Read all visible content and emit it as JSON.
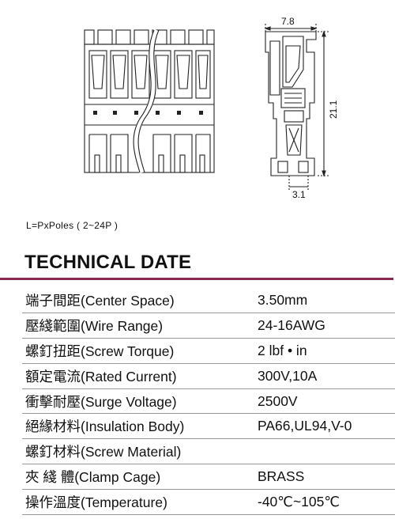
{
  "drawing": {
    "dim_width": "7.8",
    "dim_height": "21.1",
    "dim_small": "3.1"
  },
  "formula": "L=PxPoles ( 2~24P )",
  "heading": "TECHNICAL DATE",
  "specs": [
    {
      "label": "端子間距(Center Space)",
      "value": "3.50mm"
    },
    {
      "label": "壓綫範圍(Wire Range)",
      "value": "24-16AWG"
    },
    {
      "label": "螺釘扭距(Screw Torque)",
      "value": "2 lbf • in"
    },
    {
      "label": "額定電流(Rated Current)",
      "value": "300V,10A"
    },
    {
      "label": "衝擊耐壓(Surge Voltage)",
      "value": "2500V"
    },
    {
      "label": "絕緣材料(Insulation Body)",
      "value": "PA66,UL94,V-0"
    },
    {
      "label": "螺釘材料(Screw Material)",
      "value": ""
    },
    {
      "label": "夾 綫 體(Clamp Cage)",
      "value": "BRASS"
    },
    {
      "label": "操作溫度(Temperature)",
      "value": "-40℃~105℃"
    }
  ]
}
